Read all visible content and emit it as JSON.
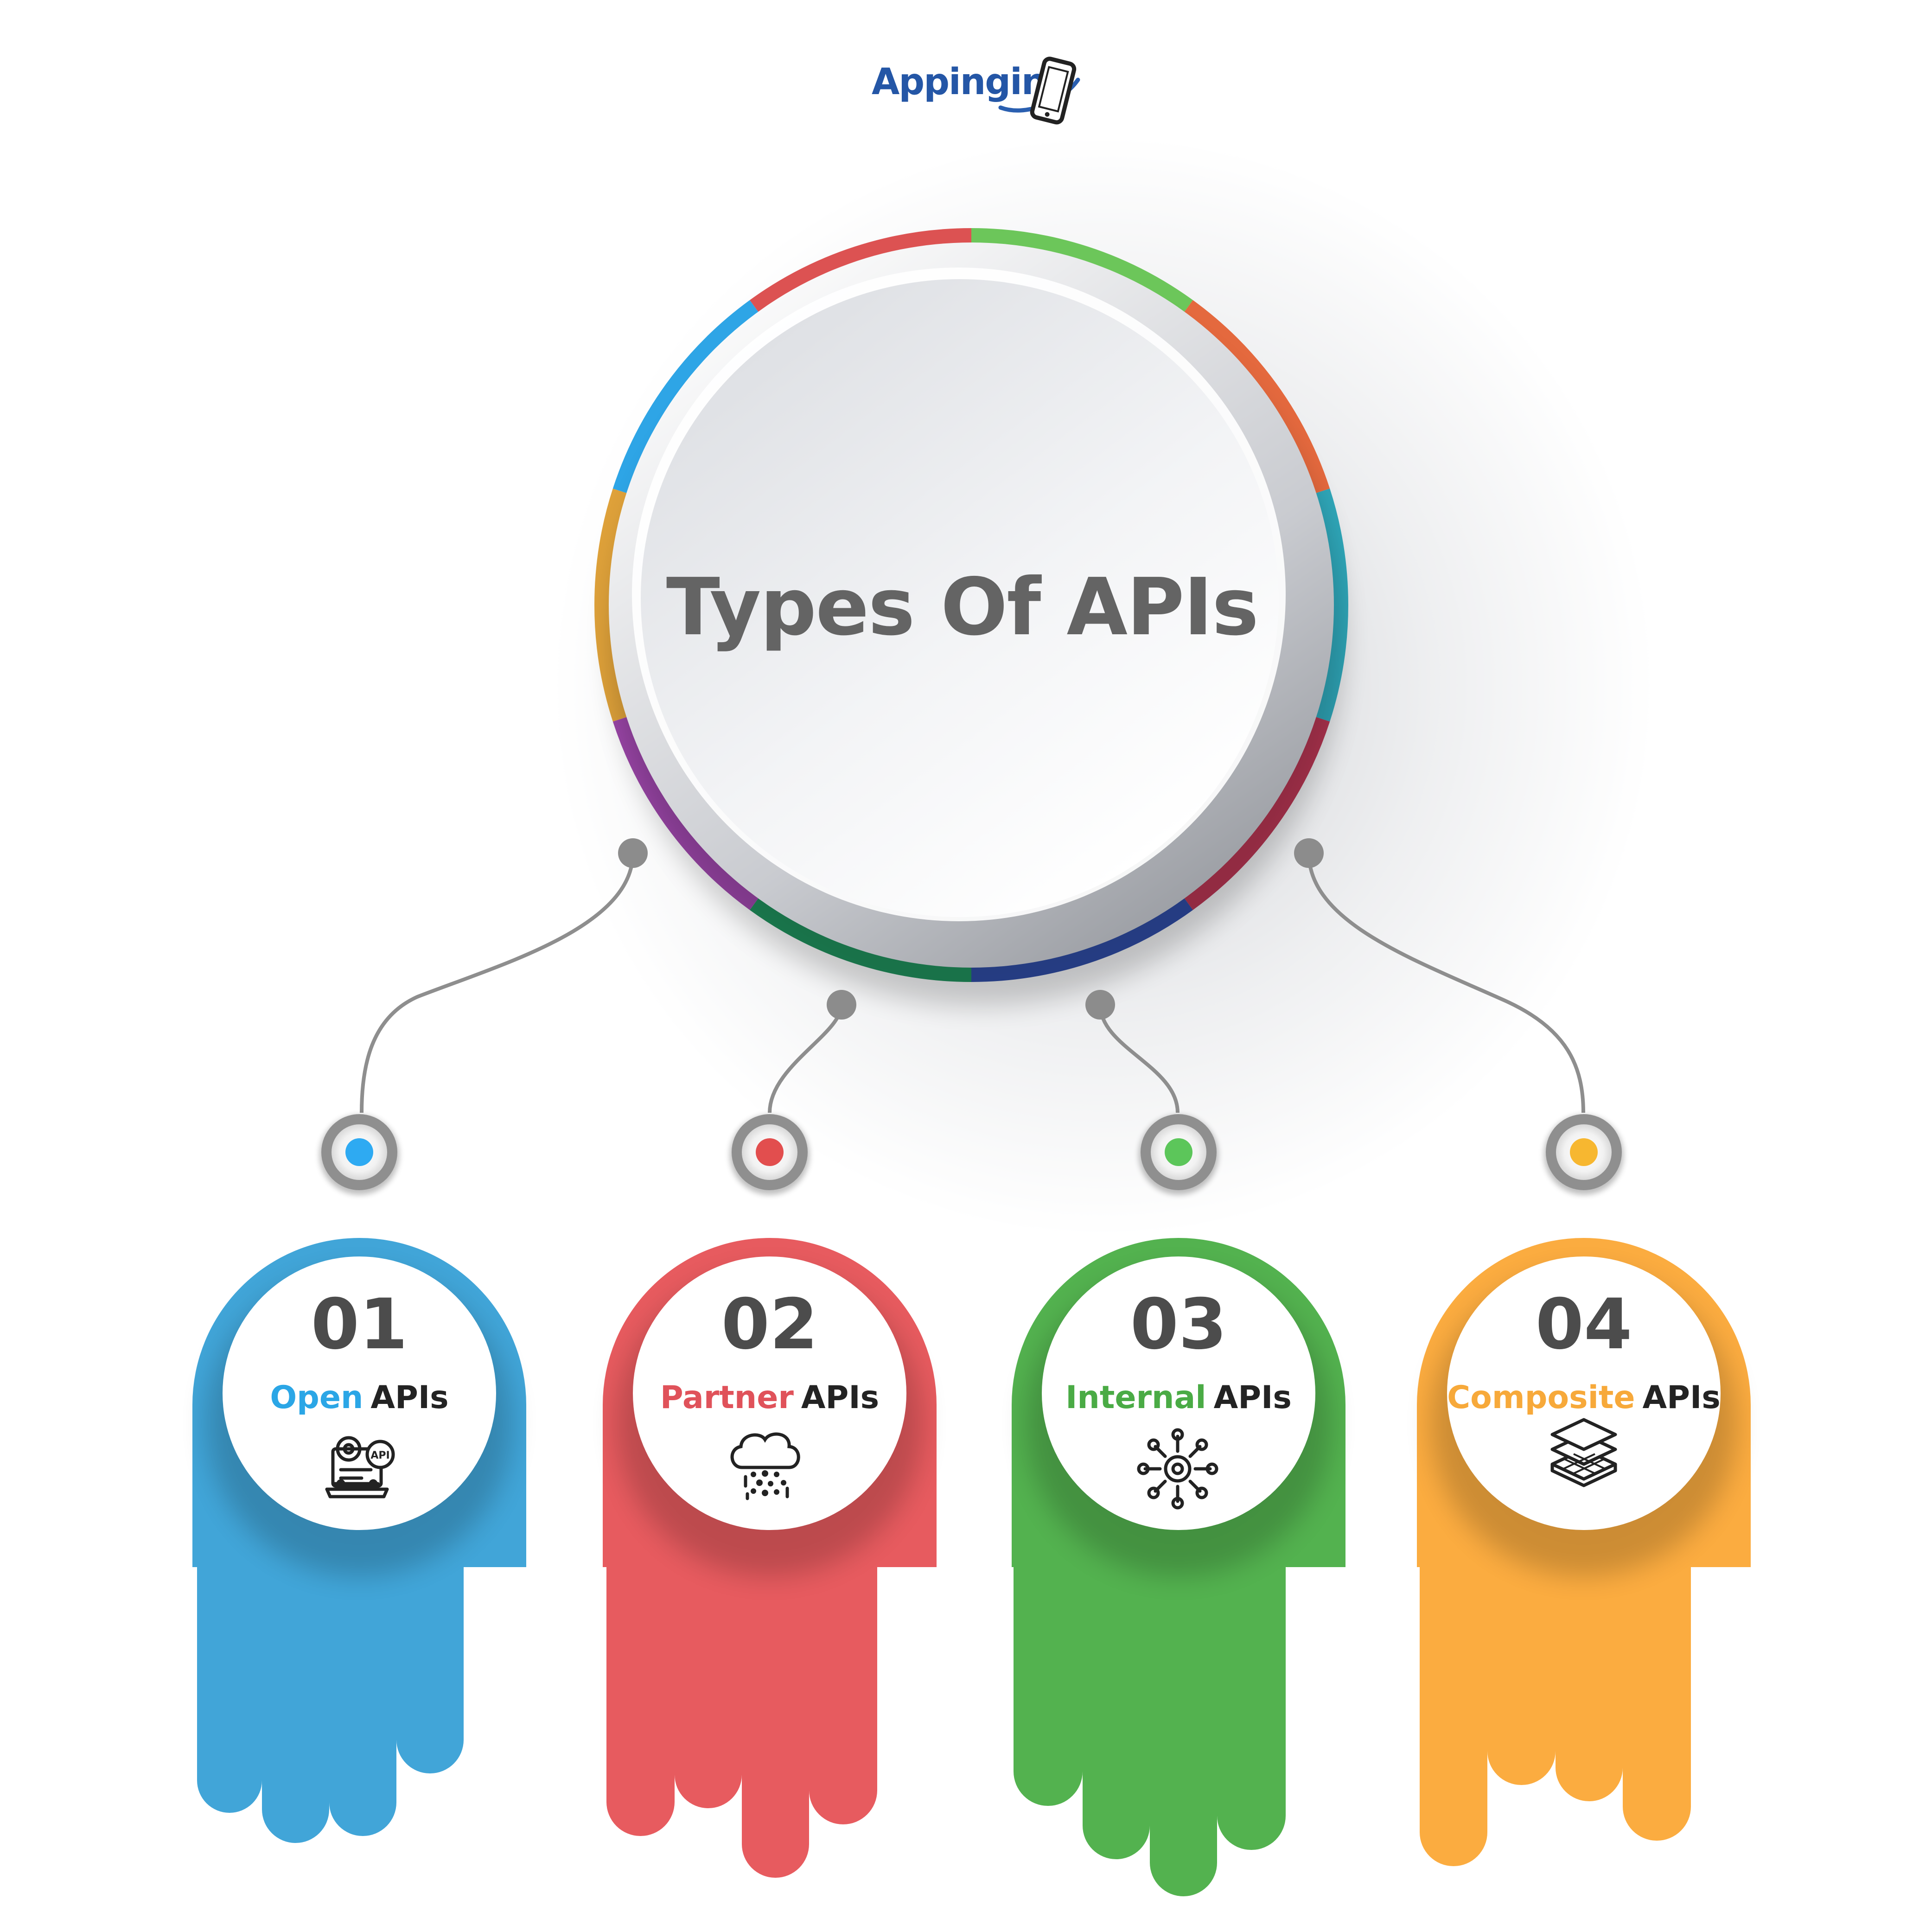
{
  "brand": {
    "logo_text": "Appingine"
  },
  "title": "Types Of APIs",
  "ring_colors": [
    "#6cc65a",
    "#e4693e",
    "#2fa6b8",
    "#b23551",
    "#2e4a9f",
    "#1f8c5a",
    "#9b46a8",
    "#dea13a",
    "#2ea5e6",
    "#dc5252"
  ],
  "cards": [
    {
      "number": "01",
      "highlight": "Open",
      "suffix": "APIs",
      "color": "#41a5d8",
      "dot_color": "#2eaaf2",
      "highlight_color": "#2ba6e6",
      "icon": "api-laptop-icon"
    },
    {
      "number": "02",
      "highlight": "Partner",
      "suffix": "APIs",
      "color": "#e75b5f",
      "dot_color": "#e24e4e",
      "highlight_color": "#e0525a",
      "icon": "data-cloud-icon"
    },
    {
      "number": "03",
      "highlight": "Internal",
      "suffix": "APIs",
      "color": "#53b24f",
      "dot_color": "#5cc65a",
      "highlight_color": "#4aab45",
      "icon": "network-gear-icon"
    },
    {
      "number": "04",
      "highlight": "Composite",
      "suffix": "APIs",
      "color": "#fbac40",
      "dot_color": "#f7b730",
      "highlight_color": "#f7a93a",
      "icon": "layers-icon"
    }
  ]
}
